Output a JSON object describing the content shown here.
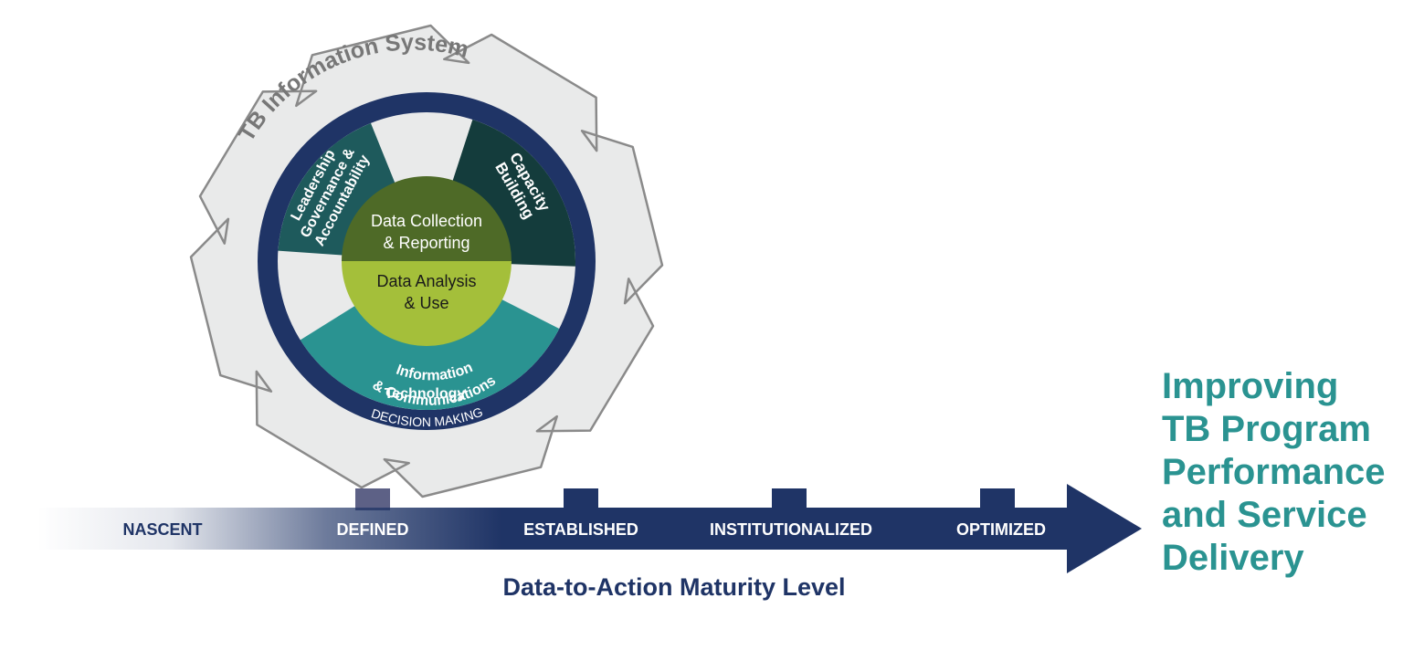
{
  "gear": {
    "title": "TB Information System",
    "segments": {
      "leadership": [
        "Leadership",
        "Governance &",
        "Accountability"
      ],
      "capacity": [
        "Capacity",
        "Building"
      ],
      "ict": [
        "Information",
        "& Communications",
        "Technology"
      ]
    },
    "center_top": [
      "Data Collection",
      "& Reporting"
    ],
    "center_bottom": [
      "Data Analysis",
      "& Use"
    ],
    "ring_label": "DECISION MAKING"
  },
  "maturity": {
    "levels": [
      "NASCENT",
      "DEFINED",
      "ESTABLISHED",
      "INSTITUTIONALIZED",
      "OPTIMIZED"
    ],
    "axis_label": "Data-to-Action Maturity Level"
  },
  "outcome": {
    "lines": [
      "Improving",
      "TB Program",
      "Performance",
      "and Service",
      "Delivery"
    ]
  },
  "colors": {
    "navy": "#1f3466",
    "teal": "#2a9391",
    "dark_teal": "#1e5a5c",
    "darkest_teal": "#143c3c",
    "olive": "#4e6a27",
    "lime": "#a4bf3a",
    "gear_gray": "#e9eaea",
    "gear_outline": "#8a8a8a"
  }
}
